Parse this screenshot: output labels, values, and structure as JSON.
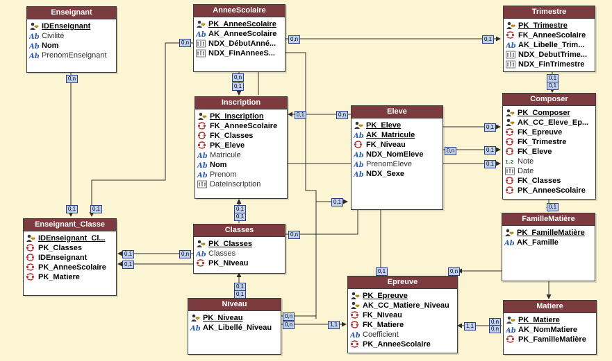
{
  "colors": {
    "background": "#fbf5d4",
    "header": "#7b3b3f",
    "line": "#2b2b2b",
    "card": "#bfd0f0"
  },
  "entities": {
    "enseignant": {
      "title": "Enseignant",
      "attrs": [
        {
          "text": "IDEnseignant",
          "kind": "pk",
          "icon": "key-user-icon"
        },
        {
          "text": "Civilité",
          "kind": "plain",
          "icon": "text-field-icon"
        },
        {
          "text": "Nom",
          "kind": "bold",
          "icon": "text-field-icon"
        },
        {
          "text": "PrenomEnseignant",
          "kind": "plain",
          "icon": "text-field-icon"
        }
      ]
    },
    "annee": {
      "title": "AnneeScolaire",
      "attrs": [
        {
          "text": "PK_AnneeScolaire",
          "kind": "pk",
          "icon": "key-user-icon"
        },
        {
          "text": "AK_AnneeScolaire",
          "kind": "bold",
          "icon": "text-field-icon"
        },
        {
          "text": "NDX_DébutAnné...",
          "kind": "bold",
          "icon": "index-icon"
        },
        {
          "text": "NDX_FinAnneeS...",
          "kind": "bold",
          "icon": "index-icon"
        }
      ]
    },
    "trimestre": {
      "title": "Trimestre",
      "attrs": [
        {
          "text": "PK_Trimestre",
          "kind": "pk",
          "icon": "key-user-icon"
        },
        {
          "text": "FK_AnneeScolaire",
          "kind": "bold",
          "icon": "foreign-key-icon"
        },
        {
          "text": "AK_Libelle_Trim...",
          "kind": "bold",
          "icon": "text-field-icon"
        },
        {
          "text": "NDX_DebutTrime...",
          "kind": "bold",
          "icon": "index-icon"
        },
        {
          "text": "NDX_FinTrimestre",
          "kind": "bold",
          "icon": "index-icon"
        }
      ]
    },
    "inscription": {
      "title": "Inscription",
      "attrs": [
        {
          "text": "PK_Inscription",
          "kind": "pk",
          "icon": "key-user-icon"
        },
        {
          "text": "FK_AnneeScolaire",
          "kind": "bold",
          "icon": "foreign-key-icon"
        },
        {
          "text": "FK_Classes",
          "kind": "bold",
          "icon": "foreign-key-icon"
        },
        {
          "text": "PK_Eleve",
          "kind": "bold",
          "icon": "foreign-key-icon"
        },
        {
          "text": "Matricule",
          "kind": "plain",
          "icon": "text-field-icon"
        },
        {
          "text": "Nom",
          "kind": "bold",
          "icon": "text-field-icon"
        },
        {
          "text": "Prenom",
          "kind": "plain",
          "icon": "text-field-icon"
        },
        {
          "text": "DateInscription",
          "kind": "plain",
          "icon": "index-icon"
        }
      ]
    },
    "eleve": {
      "title": "Eleve",
      "attrs": [
        {
          "text": "PK_Eleve",
          "kind": "pk",
          "icon": "key-user-icon"
        },
        {
          "text": "AK_Matricule",
          "kind": "pk",
          "icon": "text-field-icon"
        },
        {
          "text": "FK_Niveau",
          "kind": "bold",
          "icon": "foreign-key-icon"
        },
        {
          "text": "NDX_NomEleve",
          "kind": "bold",
          "icon": "text-field-icon"
        },
        {
          "text": "PrenomEleve",
          "kind": "plain",
          "icon": "text-field-icon"
        },
        {
          "text": "NDX_Sexe",
          "kind": "bold",
          "icon": "text-field-icon"
        }
      ]
    },
    "composer": {
      "title": "Composer",
      "attrs": [
        {
          "text": "PK_Composer",
          "kind": "pk",
          "icon": "key-user-icon"
        },
        {
          "text": "AK_CC_Eleve_Ep...",
          "kind": "bold",
          "icon": "key-user-icon"
        },
        {
          "text": "FK_Epreuve",
          "kind": "bold",
          "icon": "foreign-key-icon"
        },
        {
          "text": "FK_Trimestre",
          "kind": "bold",
          "icon": "foreign-key-icon"
        },
        {
          "text": "FK_Eleve",
          "kind": "bold",
          "icon": "foreign-key-icon"
        },
        {
          "text": "Note",
          "kind": "plain",
          "icon": "numeric-icon"
        },
        {
          "text": "Date",
          "kind": "plain",
          "icon": "index-icon"
        },
        {
          "text": "FK_Classes",
          "kind": "bold",
          "icon": "foreign-key-icon"
        },
        {
          "text": "PK_AnneeScolaire",
          "kind": "bold",
          "icon": "foreign-key-icon"
        }
      ]
    },
    "enseignantClasse": {
      "title": "Enseignant_Classe",
      "attrs": [
        {
          "text": "IDEnseignant_Cl...",
          "kind": "pk",
          "icon": "key-user-icon"
        },
        {
          "text": "PK_Classes",
          "kind": "bold",
          "icon": "foreign-key-icon"
        },
        {
          "text": "IDEnseignant",
          "kind": "bold",
          "icon": "foreign-key-icon"
        },
        {
          "text": "PK_AnneeScolaire",
          "kind": "bold",
          "icon": "foreign-key-icon"
        },
        {
          "text": "PK_Matiere",
          "kind": "bold",
          "icon": "foreign-key-icon"
        }
      ]
    },
    "classes": {
      "title": "Classes",
      "attrs": [
        {
          "text": "PK_Classes",
          "kind": "pk",
          "icon": "key-user-icon"
        },
        {
          "text": "Classes",
          "kind": "plain",
          "icon": "text-field-icon"
        },
        {
          "text": "PK_Niveau",
          "kind": "bold",
          "icon": "foreign-key-icon"
        }
      ]
    },
    "famille": {
      "title": "FamilleMatière",
      "attrs": [
        {
          "text": "PK_FamilleMatière",
          "kind": "pk",
          "icon": "key-user-icon"
        },
        {
          "text": "AK_Famille",
          "kind": "bold",
          "icon": "text-field-icon"
        }
      ]
    },
    "niveau": {
      "title": "Niveau",
      "attrs": [
        {
          "text": "PK_Niveau",
          "kind": "pk",
          "icon": "key-user-icon"
        },
        {
          "text": "AK_Libellé_Niveau",
          "kind": "bold",
          "icon": "text-field-icon"
        }
      ]
    },
    "epreuve": {
      "title": "Epreuve",
      "attrs": [
        {
          "text": "PK_Epreuve",
          "kind": "pk",
          "icon": "key-user-icon"
        },
        {
          "text": "AK_CC_Matiere_Niveau",
          "kind": "bold",
          "icon": "key-user-icon"
        },
        {
          "text": "FK_Niveau",
          "kind": "bold",
          "icon": "foreign-key-icon"
        },
        {
          "text": "FK_Matiere",
          "kind": "bold",
          "icon": "foreign-key-icon"
        },
        {
          "text": "Coefficient",
          "kind": "plain",
          "icon": "text-field-icon"
        },
        {
          "text": "PK_AnneeScolaire",
          "kind": "bold",
          "icon": "foreign-key-icon"
        }
      ]
    },
    "matiere": {
      "title": "Matiere",
      "attrs": [
        {
          "text": "PK_Matiere",
          "kind": "pk",
          "icon": "key-user-icon"
        },
        {
          "text": "AK_NomMatiere",
          "kind": "bold",
          "icon": "text-field-icon"
        },
        {
          "text": "PK_FamilleMatière",
          "kind": "bold",
          "icon": "foreign-key-icon"
        }
      ]
    }
  },
  "cardinalities": {
    "c1": "0,n",
    "c2": "0,1",
    "c3": "0,n",
    "c4": "0,1",
    "c5": "0,1",
    "c6": "0,n",
    "c7": "0,n",
    "c8": "0,1",
    "c9": "0,1",
    "c10": "0,1",
    "c11": "0,n",
    "c12": "0,1",
    "c13": "0,1",
    "c14": "0,1",
    "c15": "0,1",
    "c16": "0,n",
    "c17": "0,1",
    "c18": "0,1",
    "c19": "0,n",
    "c20": "0,1",
    "c21": "0,1",
    "c22": "0,n",
    "c23": "0,1",
    "c24": "0,1",
    "c25": "0,1",
    "c26": "0,1",
    "c27": "0,n",
    "c28": "0,1",
    "c29": "0,n",
    "c30": "1,1",
    "c31": "0,n",
    "c32": "0,n",
    "c33": "1,1",
    "c34": "0,n"
  }
}
